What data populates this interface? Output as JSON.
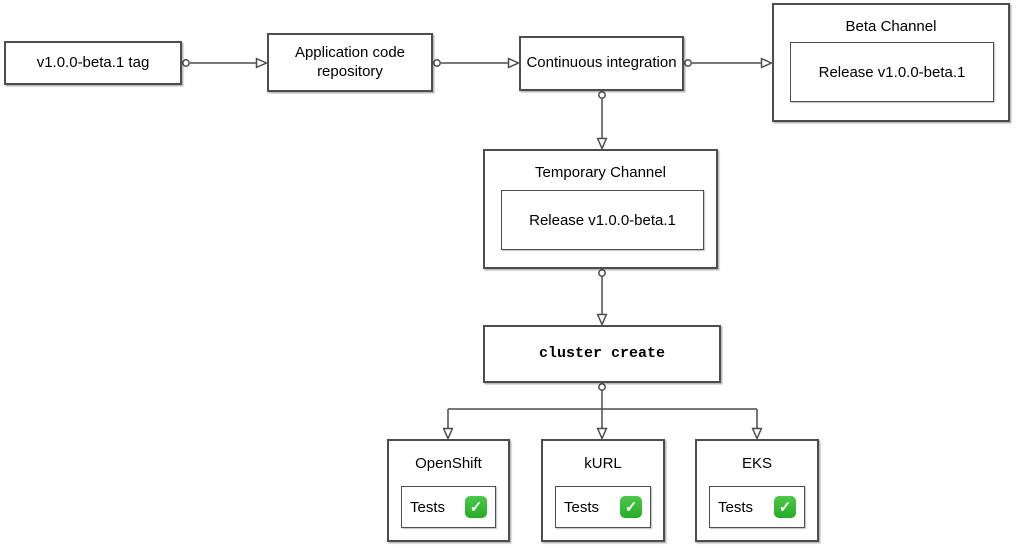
{
  "diagram": {
    "background": "#ffffff",
    "stroke_color": "#4d4d4d",
    "text_color": "#000000",
    "nodes": {
      "tag": {
        "label": "v1.0.0-beta.1 tag"
      },
      "repo": {
        "label": "Application code repository"
      },
      "ci": {
        "label": "Continuous integration"
      },
      "beta_channel": {
        "title": "Beta Channel",
        "release_label": "Release v1.0.0-beta.1"
      },
      "temporary_channel": {
        "title": "Temporary Channel",
        "release_label": "Release v1.0.0-beta.1"
      },
      "cluster_create": {
        "label": "cluster create"
      },
      "openshift": {
        "title": "OpenShift",
        "tests_label": "Tests",
        "status": "passed",
        "status_glyph": "✓"
      },
      "kurl": {
        "title": "kURL",
        "tests_label": "Tests",
        "status": "passed",
        "status_glyph": "✓"
      },
      "eks": {
        "title": "EKS",
        "tests_label": "Tests",
        "status": "passed",
        "status_glyph": "✓"
      }
    },
    "status_colors": {
      "passed_green": "#2eb82e",
      "check_white": "#ffffff"
    }
  }
}
